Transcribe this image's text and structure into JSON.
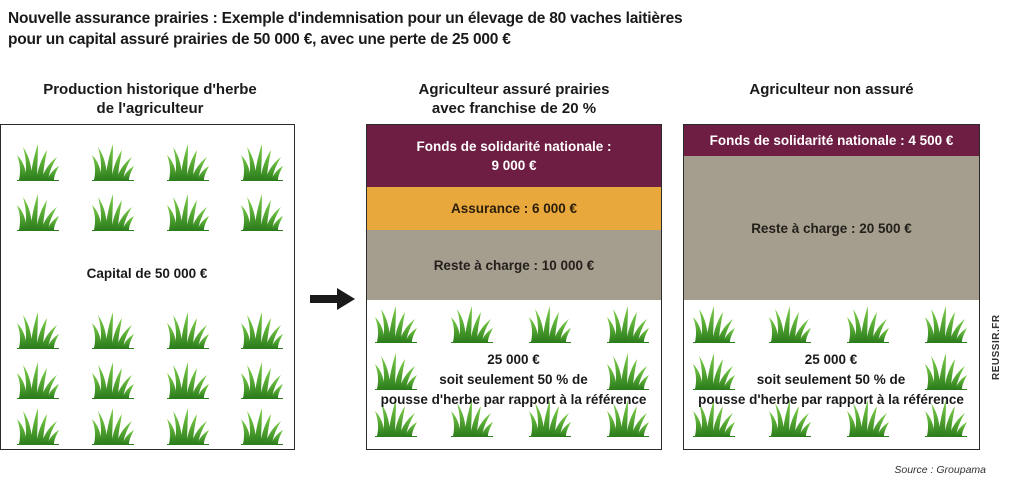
{
  "title": {
    "line1": "Nouvelle assurance prairies : Exemple d'indemnisation pour un élevage de 80 vaches laitières",
    "line2": "pour un capital assuré prairies de 50 000 €, avec une perte de 25 000 €"
  },
  "columns": {
    "historic": {
      "title_line1": "Production historique d'herbe",
      "title_line2": "de l'agriculteur",
      "label": "Capital de 50 000 €"
    },
    "insured": {
      "title_line1": "Agriculteur assuré prairies",
      "title_line2": "avec franchise de 20 %",
      "fund_line1": "Fonds de solidarité nationale :",
      "fund_line2": "9 000 €",
      "insurance": "Assurance : 6 000 €",
      "remaining": "Reste à charge : 10 000 €",
      "result_line1": "25 000 €",
      "result_line2": "soit seulement 50 % de",
      "result_line3": "pousse d'herbe par rapport à la référence"
    },
    "uninsured": {
      "title": "Agriculteur non assuré",
      "fund": "Fonds de solidarité nationale : 4 500 €",
      "remaining": "Reste à charge : 20 500 €",
      "result_line1": "25 000 €",
      "result_line2": "soit seulement 50 % de",
      "result_line3": "pousse d'herbe par rapport à la référence"
    }
  },
  "source": "Source : Groupama",
  "credit": "REUSSIR.FR",
  "colors": {
    "fund": "#6e1d43",
    "insurance": "#e9a83c",
    "remaining": "#a59e8f",
    "grass": "#3f9a2a"
  },
  "icons": {
    "grass": "grass-icon",
    "arrow": "arrow-right-icon"
  }
}
